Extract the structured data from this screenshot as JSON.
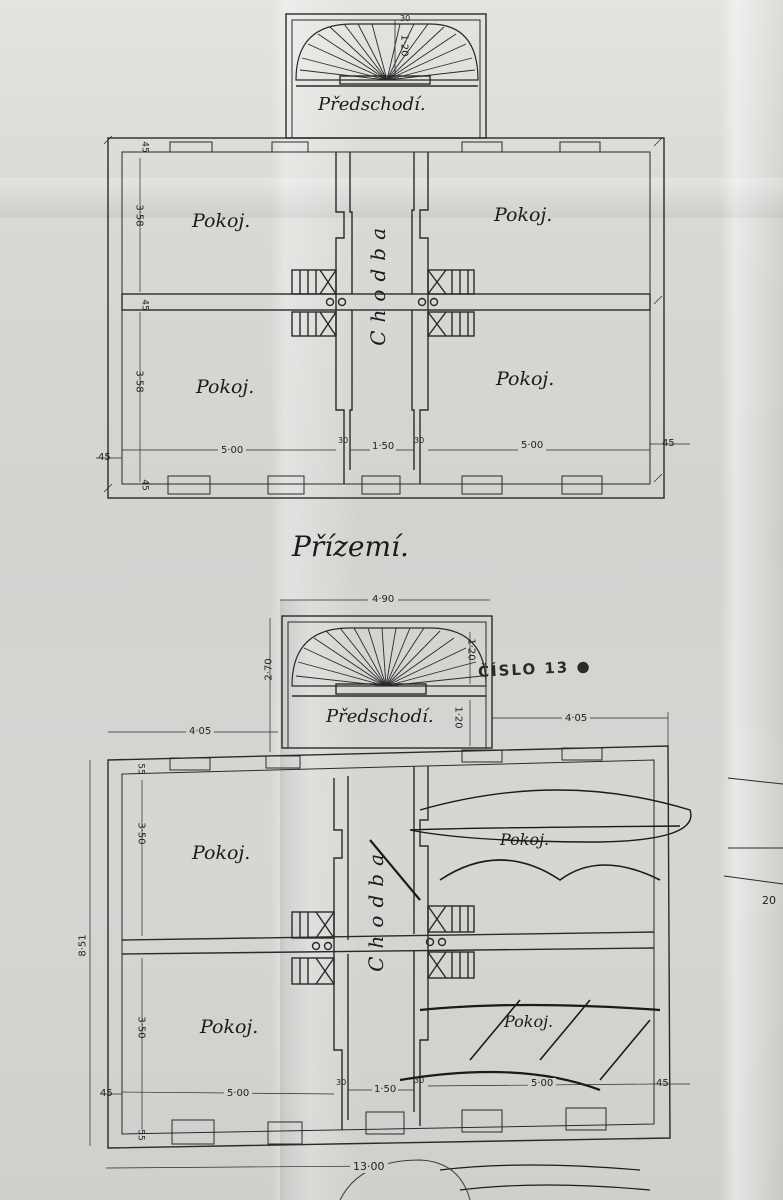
{
  "document": {
    "type": "historic architectural floor plan",
    "language": "Czech"
  },
  "upper_plan": {
    "stair_hall_label": "Předschodí.",
    "stair_dim": "1·20",
    "stair_dim_small": "30",
    "corridor_label": "Chodba",
    "rooms": [
      {
        "name": "Pokoj.",
        "position": "top-left",
        "height_dim": "3·58"
      },
      {
        "name": "Pokoj.",
        "position": "top-right"
      },
      {
        "name": "Pokoj.",
        "position": "bottom-left",
        "height_dim": "3·58"
      },
      {
        "name": "Pokoj.",
        "position": "bottom-right"
      }
    ],
    "dims": {
      "left_room_width": "5·00",
      "right_room_width": "5·00",
      "corridor_width": "1·50",
      "wall_thin": "30",
      "wall_outer": "45",
      "wall_outer_left_top": "45",
      "wall_inner": "45"
    }
  },
  "section_title": "Přízemí.",
  "lower_plan": {
    "overall_width_top": "4·90",
    "stair_depth": "2·70",
    "stair_dim_upper": "1·20",
    "stair_dim_lower": "1·20",
    "stair_hall_label": "Předschodí.",
    "left_wing_width": "4·05",
    "right_wing_width": "4·05",
    "overall_height": "8·51",
    "overall_length": "13·00",
    "corridor_label": "Chodba",
    "rooms": [
      {
        "name": "Pokoj.",
        "position": "top-left",
        "height_dim": "3·50"
      },
      {
        "name": "Pokoj.",
        "position": "top-right"
      },
      {
        "name": "Pokoj.",
        "position": "bottom-left",
        "height_dim": "3·50"
      },
      {
        "name": "Pokoj.",
        "position": "bottom-right"
      }
    ],
    "dims": {
      "left_room_width": "5·00",
      "right_room_width": "5·00",
      "corridor_width": "1·50",
      "wall_thin": "30",
      "wall_outer": "45",
      "wall_top": "55",
      "wall_bottom": "55"
    },
    "stamp_text": "ČÍSLO 13 ●",
    "margin_note": "20"
  }
}
